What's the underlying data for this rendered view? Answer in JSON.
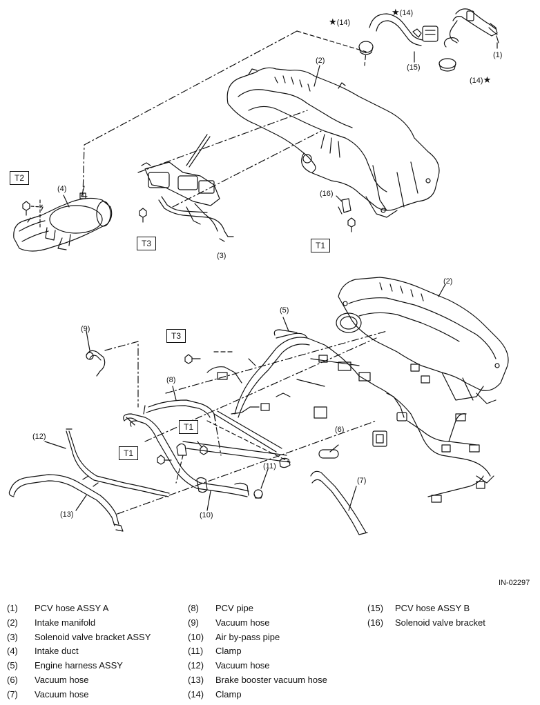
{
  "figure_id": "IN-02297",
  "callouts": {
    "c1": "(1)",
    "c2_top": "(2)",
    "c2_bottom": "(2)",
    "c3": "(3)",
    "c4": "(4)",
    "c5": "(5)",
    "c6": "(6)",
    "c7": "(7)",
    "c8": "(8)",
    "c9": "(9)",
    "c10": "(10)",
    "c11": "(11)",
    "c12": "(12)",
    "c13": "(13)",
    "c14_a": "(14)",
    "c14_b": "(14)",
    "c14_c": "(14)",
    "c15": "(15)",
    "c16": "(16)",
    "star": "★"
  },
  "torque_boxes": {
    "t2": "T2",
    "t3_top": "T3",
    "t1_top": "T1",
    "t3_bottom": "T3",
    "t1_mid": "T1",
    "t1_left": "T1"
  },
  "legend": {
    "col1": [
      {
        "num": "(1)",
        "label": "PCV hose ASSY A"
      },
      {
        "num": "(2)",
        "label": "Intake manifold"
      },
      {
        "num": "(3)",
        "label": "Solenoid valve bracket ASSY"
      },
      {
        "num": "(4)",
        "label": "Intake duct"
      },
      {
        "num": "(5)",
        "label": "Engine harness ASSY"
      },
      {
        "num": "(6)",
        "label": "Vacuum hose"
      },
      {
        "num": "(7)",
        "label": "Vacuum hose"
      }
    ],
    "col2": [
      {
        "num": "(8)",
        "label": "PCV pipe"
      },
      {
        "num": "(9)",
        "label": "Vacuum hose"
      },
      {
        "num": "(10)",
        "label": "Air by-pass pipe"
      },
      {
        "num": "(11)",
        "label": "Clamp"
      },
      {
        "num": "(12)",
        "label": "Vacuum hose"
      },
      {
        "num": "(13)",
        "label": "Brake booster vacuum hose"
      },
      {
        "num": "(14)",
        "label": "Clamp"
      }
    ],
    "col3": [
      {
        "num": "(15)",
        "label": "PCV hose ASSY B"
      },
      {
        "num": "(16)",
        "label": "Solenoid valve bracket"
      }
    ]
  }
}
